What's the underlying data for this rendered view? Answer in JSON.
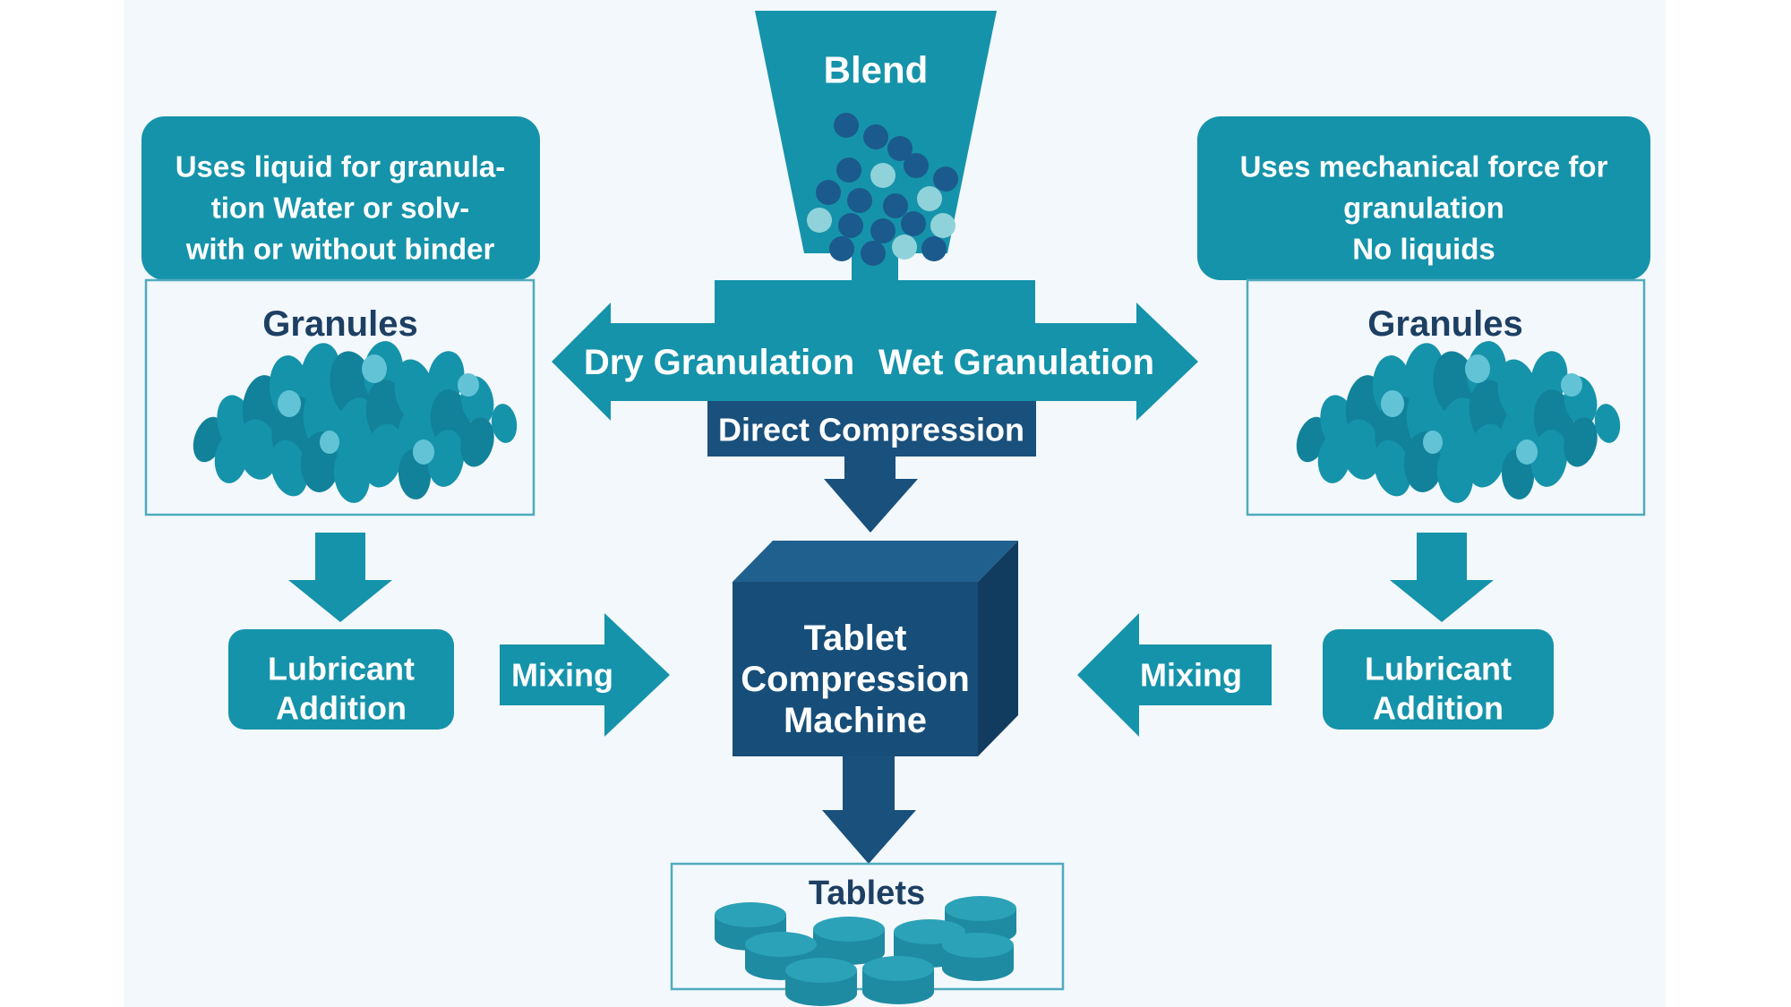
{
  "palette": {
    "teal": "#1593aa",
    "tealDark": "#11829a",
    "tealLight": "#63c3d6",
    "dotNavy": "#1b5a8d",
    "dotLight": "#90d2da",
    "navy": "#19507c",
    "machineFront": "#174e79",
    "machineTop": "#20608f",
    "machineSide": "#123c5f",
    "headingNavy": "#1d3f63",
    "boxBorder": "#4fabbd",
    "tabletTop": "#2ba2b8",
    "tabletSide": "#1e8ba3",
    "bg": "#f3f8fc",
    "white": "#ffffff"
  },
  "funnel": {
    "label": "Blend"
  },
  "flow": {
    "dry_label": "Dry Granulation",
    "wet_label": "Wet Granulation",
    "direct_label": "Direct Compression"
  },
  "machine": {
    "lines": [
      "Tablet",
      "Compression",
      "Machine"
    ]
  },
  "tablets": {
    "label": "Tablets"
  },
  "left": {
    "info_lines": [
      "Uses liquid for granula-",
      "tion Water or solv-",
      "with or without binder"
    ],
    "granules_label": "Granules",
    "lubricant_lines": [
      "Lubricant",
      "Addition"
    ],
    "mixing_label": "Mixing"
  },
  "right": {
    "info_lines": [
      "Uses mechanical force for",
      "granulation",
      "No liquids"
    ],
    "granules_label": "Granules",
    "lubricant_lines": [
      "Lubricant",
      "Addition"
    ],
    "mixing_label": "Mixing"
  }
}
